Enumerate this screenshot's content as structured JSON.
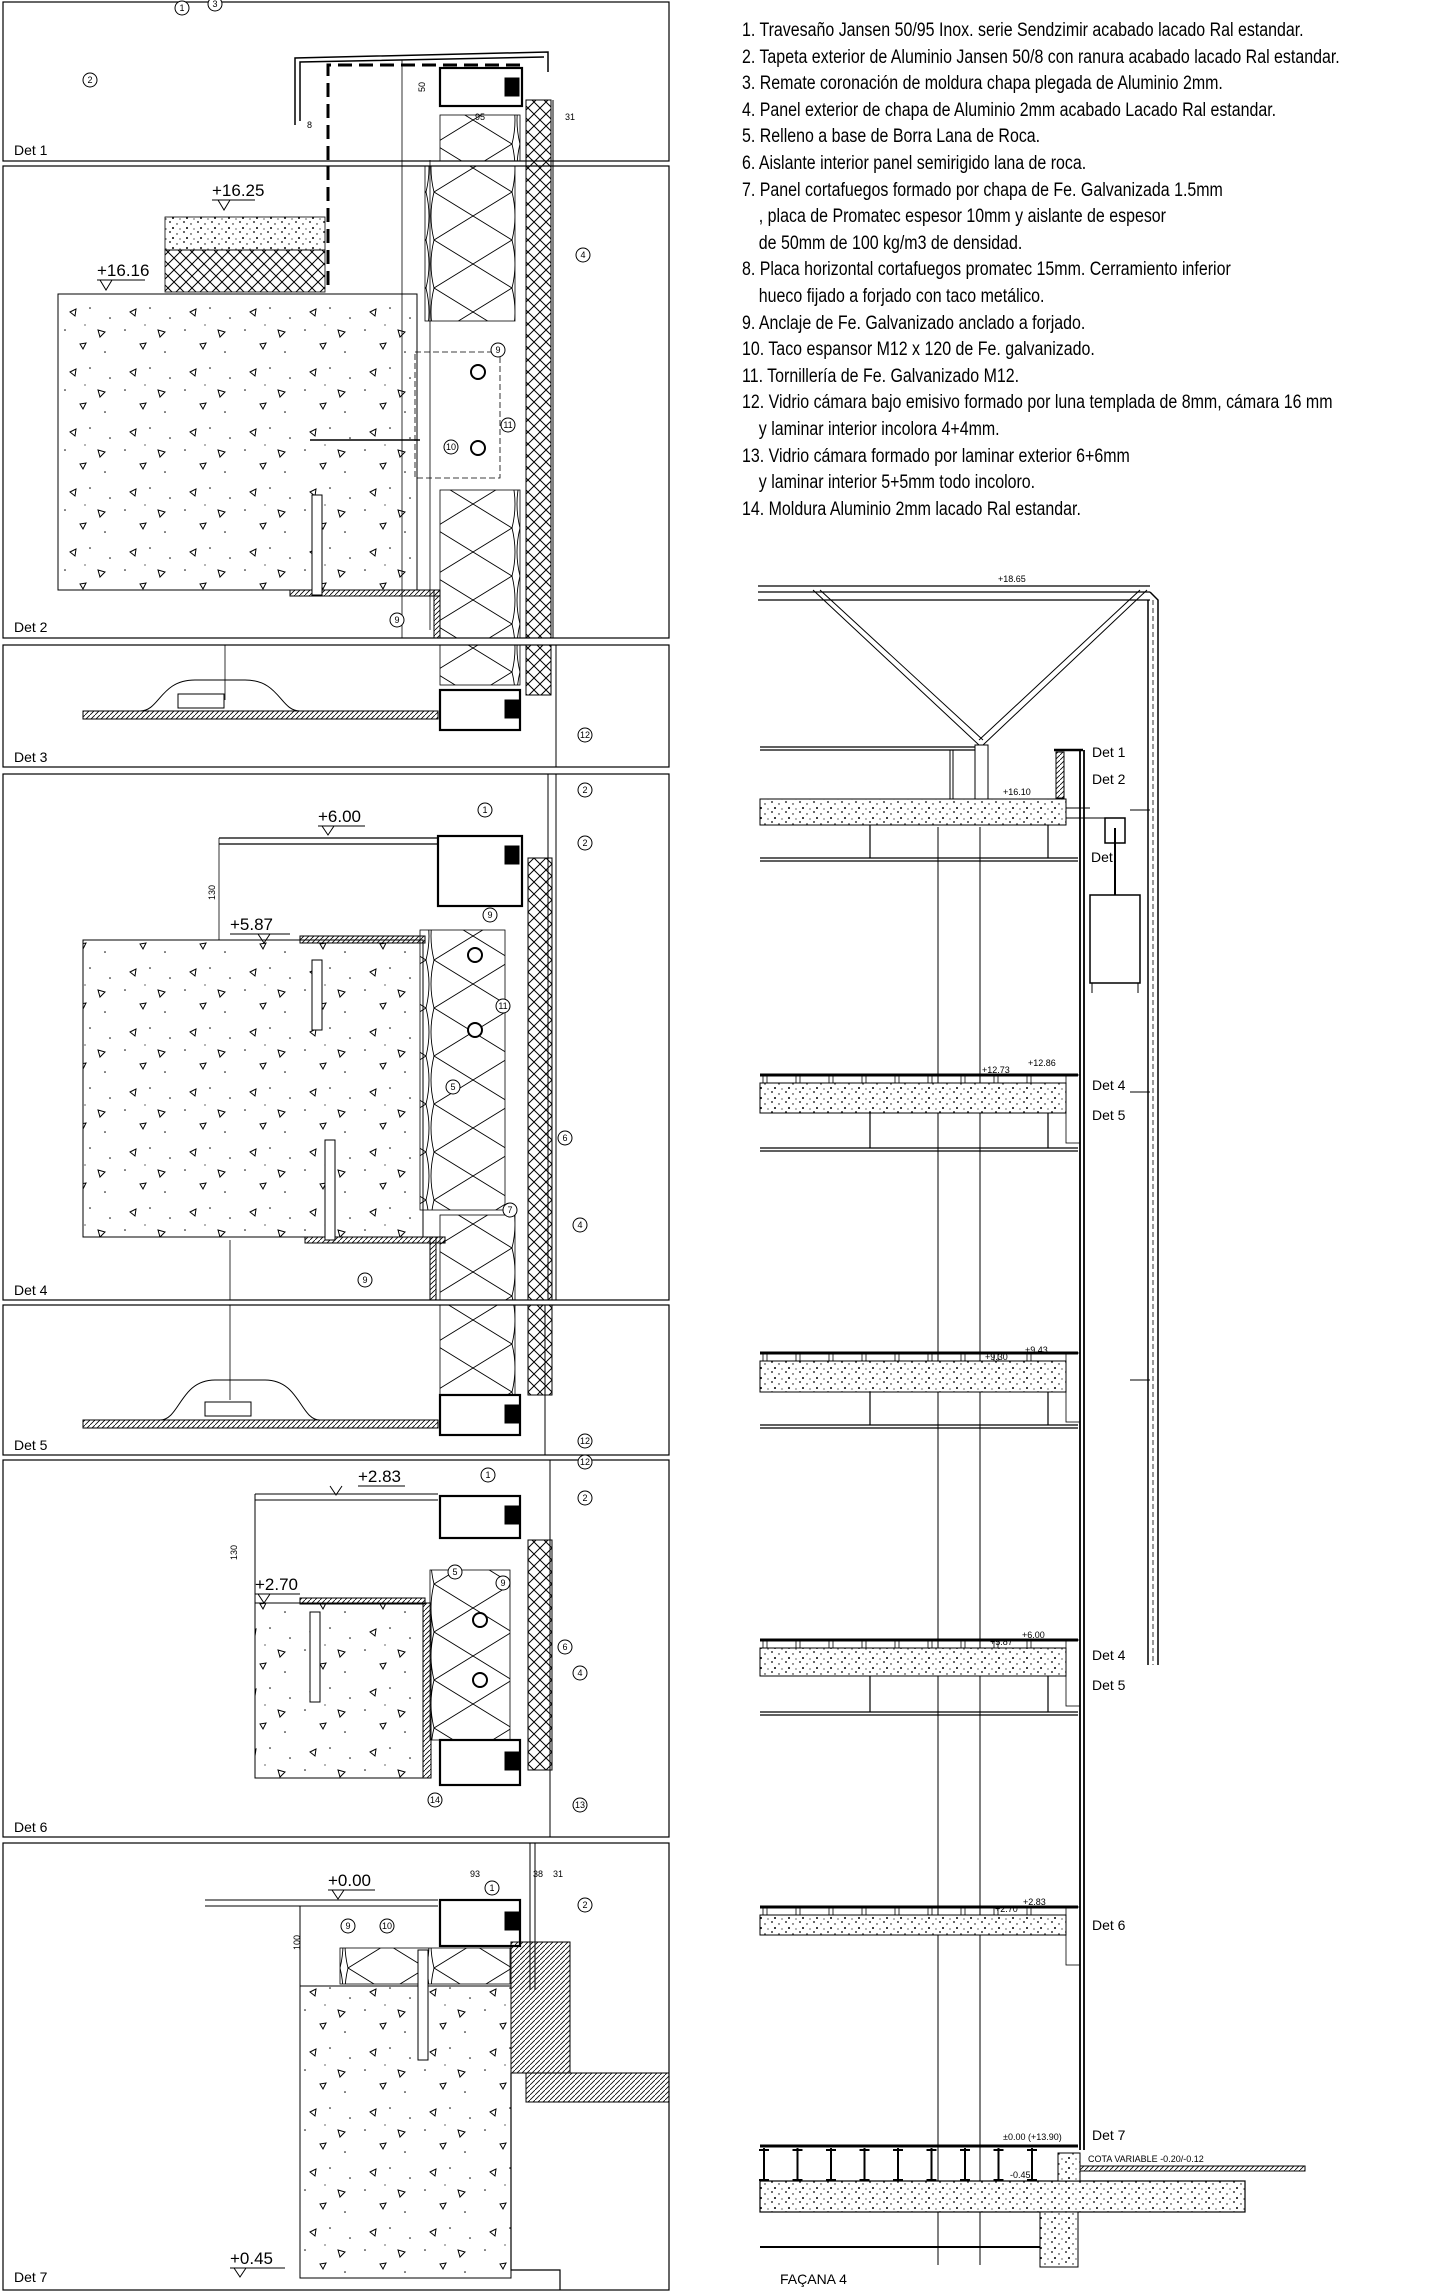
{
  "legend": [
    {
      "text": "1. Travesaño Jansen 50/95 Inox. serie Sendzimir acabado lacado Ral estandar."
    },
    {
      "text": "2. Tapeta exterior de Aluminio Jansen 50/8 con ranura acabado lacado Ral estandar."
    },
    {
      "text": "3. Remate coronación de moldura chapa plegada de Aluminio 2mm."
    },
    {
      "text": "4. Panel exterior de chapa de Aluminio 2mm acabado Lacado Ral estandar."
    },
    {
      "text": "5. Relleno a base de Borra Lana de Roca."
    },
    {
      "text": "6. Aislante interior panel semirigido lana de roca."
    },
    {
      "text": "7. Panel cortafuegos formado por chapa de Fe. Galvanizada 1.5mm"
    },
    {
      "text": ", placa de Promatec espesor 10mm y aislante de espesor",
      "cont": true
    },
    {
      "text": "de 50mm de 100 kg/m3 de densidad.",
      "cont": true
    },
    {
      "text": "8. Placa horizontal cortafuegos promatec 15mm. Cerramiento inferior"
    },
    {
      "text": "hueco fijado a forjado con taco metálico.",
      "cont": true
    },
    {
      "text": "9. Anclaje de Fe. Galvanizado anclado a forjado."
    },
    {
      "text": "10. Taco espansor M12 x 120 de Fe. galvanizado."
    },
    {
      "text": "11. Tornillería de Fe. Galvanizado M12."
    },
    {
      "text": "12. Vidrio cámara bajo emisivo formado por luna templada de 8mm, cámara 16 mm"
    },
    {
      "text": "y laminar interior incolora 4+4mm.",
      "cont": true
    },
    {
      "text": "13. Vidrio cámara formado por laminar exterior 6+6mm"
    },
    {
      "text": "y laminar interior 5+5mm todo incoloro.",
      "cont": true
    },
    {
      "text": "14. Moldura Aluminio 2mm lacado Ral estandar."
    }
  ],
  "details": {
    "det1": "Det 1",
    "det2": "Det 2",
    "det3": "Det 3",
    "det4": "Det 4",
    "det5": "Det 5",
    "det6": "Det 6",
    "det7": "Det 7"
  },
  "detail_levels": {
    "l1625": "+16.25",
    "l1616": "+16.16",
    "l600": "+6.00",
    "l587": "+5.87",
    "l283": "+2.83",
    "l270": "+2.70",
    "l000": "+0.00",
    "l045": "+0.45"
  },
  "dimensions": {
    "d50": "50",
    "d95": "95",
    "d31": "31",
    "d8": "8",
    "d130a": "130",
    "d130b": "130",
    "d100": "100",
    "d93": "93",
    "d38": "38",
    "d31b": "31"
  },
  "callouts": [
    "1",
    "3",
    "2",
    "4",
    "9",
    "11",
    "10",
    "9",
    "12",
    "2",
    "1",
    "2",
    "9",
    "11",
    "5",
    "6",
    "4",
    "7",
    "9",
    "12",
    "12",
    "1",
    "2",
    "5",
    "9",
    "6",
    "4",
    "14",
    "13",
    "1",
    "2",
    "9",
    "10"
  ],
  "elevation": {
    "title": "FAÇANA 4",
    "levels": {
      "roof": "+18.65",
      "l1610": "+16.10",
      "l1273": "+12.73",
      "l1286": "+12.86",
      "l930": "+9.30",
      "l943": "+9.43",
      "l587": "+5.87",
      "l600": "+6.00",
      "l270": "+2.70",
      "l283": "+2.83",
      "ground": "±0.00 (+13.90)",
      "neg045": "-0.45",
      "cota": "COTA VARIABLE -0.20/-0.12"
    },
    "dets": {
      "det1": "Det 1",
      "det2": "Det 2",
      "det3": "Det",
      "det4a": "Det 4",
      "det5a": "Det 5",
      "det4b": "Det 4",
      "det5b": "Det 5",
      "det6": "Det 6",
      "det7": "Det 7"
    }
  }
}
